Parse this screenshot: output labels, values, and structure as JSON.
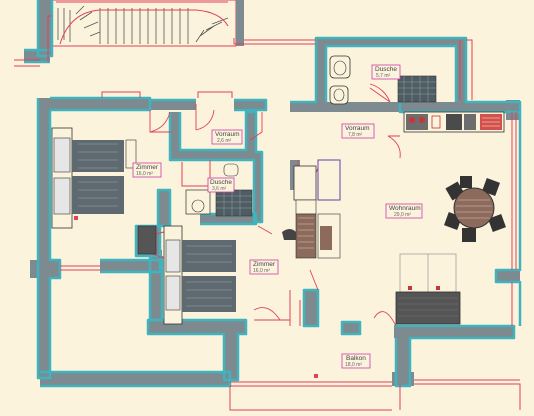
{
  "colors": {
    "background": "#fbf3dc",
    "wall": "#7d8a8f",
    "wall_edge": "#3fb4bf",
    "line_red": "#e1415a",
    "label_border": "#d23aa8"
  },
  "rooms": [
    {
      "id": "dusche-top",
      "name": "Dusche",
      "area": "5,7 m²"
    },
    {
      "id": "vorraum-left",
      "name": "Vorraum",
      "area": "2,6 m²"
    },
    {
      "id": "vorraum-main",
      "name": "Vorraum",
      "area": "7,8 m²"
    },
    {
      "id": "zimmer-left",
      "name": "Zimmer",
      "area": "16,0 m²"
    },
    {
      "id": "dusche-mid",
      "name": "Dusche",
      "area": "3,6 m²"
    },
    {
      "id": "wohnraum",
      "name": "Wohnraum",
      "area": "29,0 m²"
    },
    {
      "id": "zimmer-right",
      "name": "Zimmer",
      "area": "16,0 m²"
    },
    {
      "id": "balkon",
      "name": "Balkon",
      "area": "18,0 m²"
    }
  ]
}
